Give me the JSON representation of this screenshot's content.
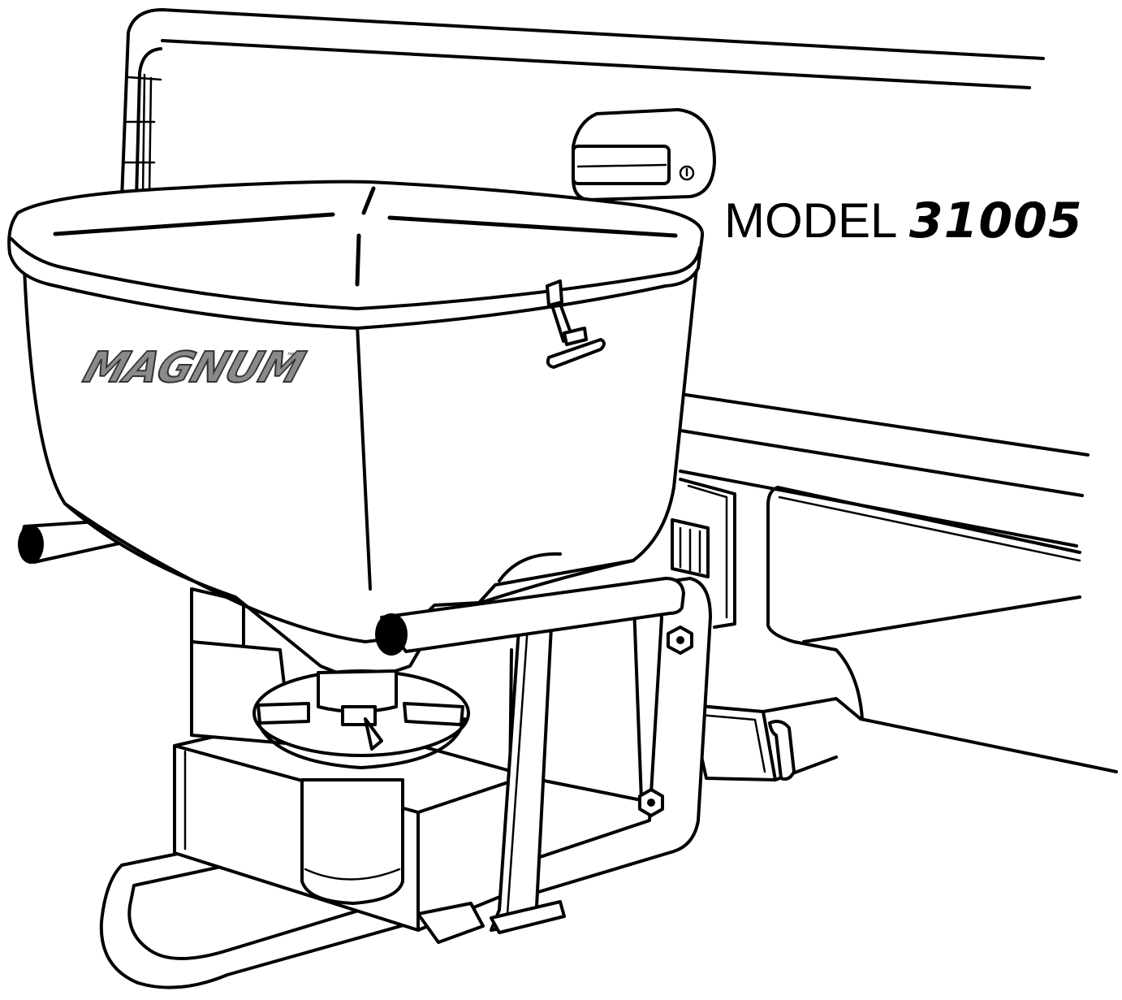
{
  "title": {
    "prefix": "MODEL",
    "number": "31005"
  },
  "logo": {
    "brand": "MAGNUM",
    "trademark": "™"
  },
  "colors": {
    "line": "#000000",
    "background": "#ffffff",
    "logo_fill": "#8a8a8a"
  }
}
